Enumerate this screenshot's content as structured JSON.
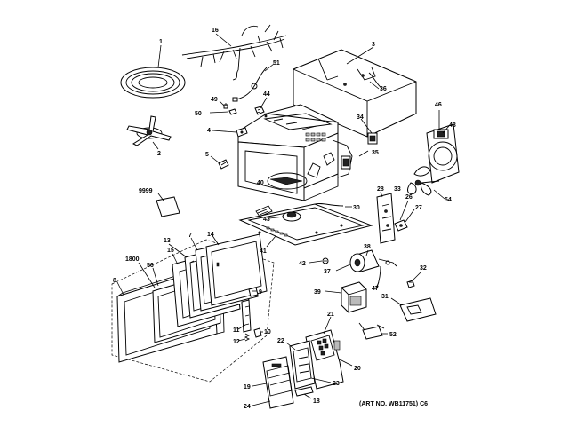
{
  "diagram": {
    "callouts": {
      "p1": "1",
      "p2": "2",
      "p3": "3",
      "p4": "4",
      "p5": "5",
      "p7": "7",
      "p8": "8",
      "p9": "9",
      "p10": "10",
      "p11": "11",
      "p12": "12",
      "p13": "13",
      "p14": "14",
      "p15": "15",
      "p16": "16",
      "p18": "18",
      "p19": "19",
      "p20": "20",
      "p21": "21",
      "p22": "22",
      "p23": "23",
      "p24": "24",
      "p26": "26",
      "p27": "27",
      "p28": "28",
      "p30": "30",
      "p31": "31",
      "p32": "32",
      "p33": "33",
      "p34": "34",
      "p35": "35",
      "p36": "36",
      "p37": "37",
      "p38": "38",
      "p39": "39",
      "p40": "40",
      "p41": "41",
      "p42": "42",
      "p43": "43",
      "p44": "44",
      "p46": "46",
      "p47": "47",
      "p48": "48",
      "p49": "49",
      "p50": "50",
      "p51": "51",
      "p52": "52",
      "p54": "54",
      "p56": "56",
      "p1800": "1800",
      "p9999": "9999"
    },
    "art_number": "(ART NO. WB11751) C6"
  }
}
